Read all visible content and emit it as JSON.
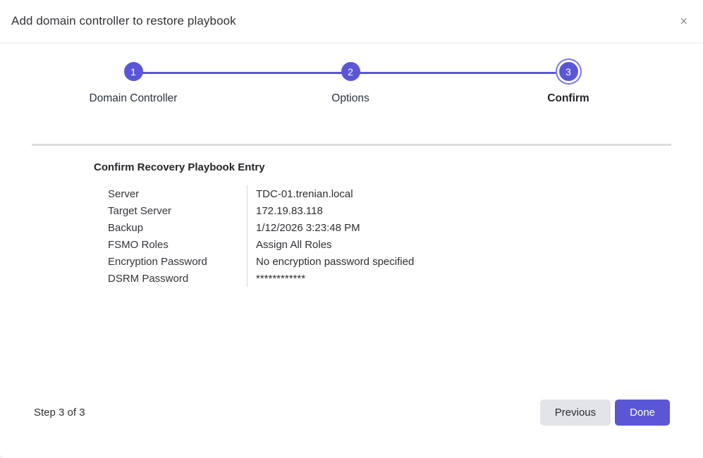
{
  "dialog": {
    "title": "Add domain controller to restore playbook",
    "close_icon": "×"
  },
  "stepper": {
    "steps": [
      {
        "number": "1",
        "label": "Domain Controller",
        "state": "completed"
      },
      {
        "number": "2",
        "label": "Options",
        "state": "completed"
      },
      {
        "number": "3",
        "label": "Confirm",
        "state": "active"
      }
    ]
  },
  "content": {
    "heading": "Confirm Recovery Playbook Entry",
    "rows": [
      {
        "label": "Server",
        "value": "TDC-01.trenian.local"
      },
      {
        "label": "Target Server",
        "value": "172.19.83.118"
      },
      {
        "label": "Backup",
        "value": "1/12/2026 3:23:48 PM"
      },
      {
        "label": "FSMO Roles",
        "value": "Assign All Roles"
      },
      {
        "label": "Encryption Password",
        "value": "No encryption password specified"
      },
      {
        "label": "DSRM Password",
        "value": "************"
      }
    ]
  },
  "footer": {
    "step_indicator": "Step 3 of 3",
    "previous_label": "Previous",
    "done_label": "Done"
  },
  "colors": {
    "accent": "#5a56d6",
    "accent_ring": "#7d77e0",
    "previous_bg": "#e2e4e8"
  }
}
